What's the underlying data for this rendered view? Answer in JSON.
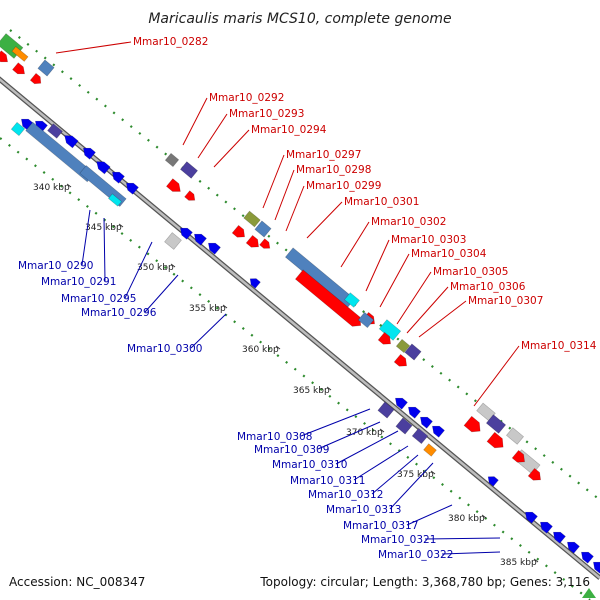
{
  "title": "Maricaulis maris MCS10, complete genome",
  "accession": "Accession: NC_008347",
  "summary": "Topology: circular; Length: 3,368,780 bp; Genes: 3,116",
  "colors": {
    "forward_label": "#cc0000",
    "reverse_label": "#0000aa",
    "backbone": "#8c8c8c",
    "dots": "#2e8b2e",
    "forward": "#ff0000",
    "reverse": "#0000ee",
    "steel": "#4f81bd",
    "cyan": "#00e5ee",
    "purple": "#4b3f9e",
    "grey": "#c8c8c8",
    "darkgrey": "#777777",
    "olive": "#8a9a3a",
    "orange": "#ff8c00",
    "green": "#3cb043"
  },
  "ticks": [
    "340 kbp",
    "345 kbp",
    "350 kbp",
    "355 kbp",
    "360 kbp",
    "365 kbp",
    "370 kbp",
    "375 kbp",
    "380 kbp",
    "385 kbp"
  ],
  "forward_labels": [
    "Mmar10_0282",
    "Mmar10_0292",
    "Mmar10_0293",
    "Mmar10_0294",
    "Mmar10_0297",
    "Mmar10_0298",
    "Mmar10_0299",
    "Mmar10_0301",
    "Mmar10_0302",
    "Mmar10_0303",
    "Mmar10_0304",
    "Mmar10_0305",
    "Mmar10_0306",
    "Mmar10_0307",
    "Mmar10_0314"
  ],
  "reverse_labels": [
    "Mmar10_0290",
    "Mmar10_0291",
    "Mmar10_0295",
    "Mmar10_0296",
    "Mmar10_0300",
    "Mmar10_0308",
    "Mmar10_0309",
    "Mmar10_0310",
    "Mmar10_0311",
    "Mmar10_0312",
    "Mmar10_0313",
    "Mmar10_0317",
    "Mmar10_0321",
    "Mmar10_0322"
  ],
  "icons": {
    "scroll": "triangle-up-icon"
  }
}
